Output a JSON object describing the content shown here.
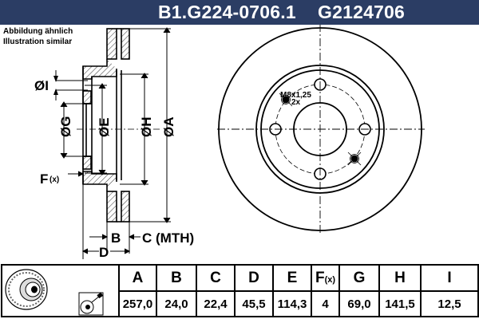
{
  "header": {
    "part_number": "B1.G224-0706.1",
    "reference_number": "G2124706",
    "background_color": "#2b3d64"
  },
  "note": {
    "line1": "Abbildung ähnlich",
    "line2": "Illustration similar"
  },
  "drawing": {
    "side_view_labels": {
      "I": "ØI",
      "G": "ØG",
      "E": "ØE",
      "H": "ØH",
      "A": "ØA",
      "F": "F",
      "F_suffix": "(x)",
      "B": "B",
      "C": "C (MTH)",
      "D": "D"
    },
    "front_view_labels": {
      "thread": "M8x1,25",
      "count": "2x"
    }
  },
  "table": {
    "columns": [
      {
        "key": "A",
        "label": "A",
        "value": "257,0"
      },
      {
        "key": "B",
        "label": "B",
        "value": "24,0"
      },
      {
        "key": "C",
        "label": "C",
        "value": "22,4"
      },
      {
        "key": "D",
        "label": "D",
        "value": "45,5"
      },
      {
        "key": "E",
        "label": "E",
        "value": "114,3"
      },
      {
        "key": "F",
        "label": "F",
        "label_suffix": "(x)",
        "value": "4"
      },
      {
        "key": "G",
        "label": "G",
        "value": "69,0"
      },
      {
        "key": "H",
        "label": "H",
        "value": "141,5"
      },
      {
        "key": "I",
        "label": "I",
        "value": "12,5"
      }
    ],
    "icons": [
      "brake-disc-thumbnail-icon",
      "coated-disc-spray-icon"
    ]
  }
}
